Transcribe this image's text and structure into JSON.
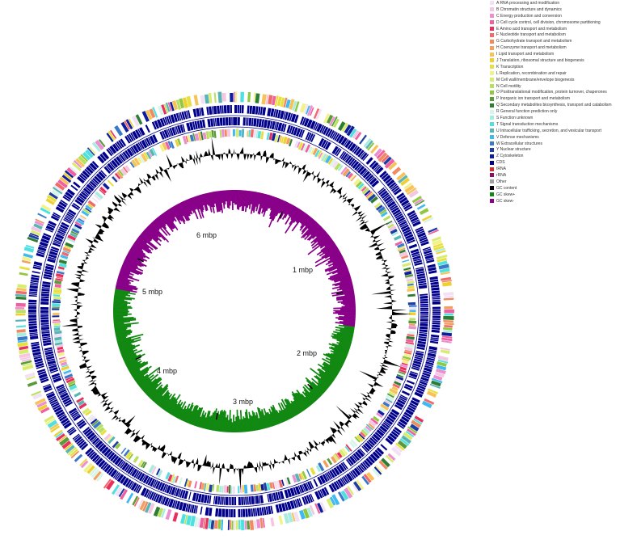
{
  "legend": [
    {
      "label": "A RNA processing and modification",
      "color": "#f2e1f4"
    },
    {
      "label": "B Chromatin structure and dynamics",
      "color": "#f4c6e2"
    },
    {
      "label": "C Energy production and conversion",
      "color": "#ea8fd0"
    },
    {
      "label": "D Cell cycle control, cell division, chromosome partitioning",
      "color": "#f05fa2"
    },
    {
      "label": "E Amino acid transport and metabolism",
      "color": "#e8305e"
    },
    {
      "label": "F Nucleotide transport and metabolism",
      "color": "#f06a6a"
    },
    {
      "label": "G Carbohydrate transport and metabolism",
      "color": "#f08a60"
    },
    {
      "label": "H Coenzyme transport and metabolism",
      "color": "#f2a060"
    },
    {
      "label": "I Lipid transport and metabolism",
      "color": "#f7c25a"
    },
    {
      "label": "J Translation, ribosomal structure and biogenesis",
      "color": "#f0d030"
    },
    {
      "label": "K Transcription",
      "color": "#e8e040"
    },
    {
      "label": "L Replication, recombination and repair",
      "color": "#f2f28a"
    },
    {
      "label": "M Cell wall/membrane/envelope biogenesis",
      "color": "#d8ec70"
    },
    {
      "label": "N Cell motility",
      "color": "#b8e060"
    },
    {
      "label": "O Posttranslational modification, protein turnover, chaperones",
      "color": "#90c840"
    },
    {
      "label": "P Inorganic ion transport and metabolism",
      "color": "#5a9a3a"
    },
    {
      "label": "Q Secondary metabolites biosynthesis, transport and catabolism",
      "color": "#2e7d32"
    },
    {
      "label": "R General function prediction only",
      "color": "#d8f5ec"
    },
    {
      "label": "S Function unknown",
      "color": "#a8ece0"
    },
    {
      "label": "T Signal transduction mechanisms",
      "color": "#50e0e0"
    },
    {
      "label": "U Intracellular trafficking, secretion, and vesicular transport",
      "color": "#5ab4b4"
    },
    {
      "label": "V Defense mechanisms",
      "color": "#40b8f0"
    },
    {
      "label": "W Extracellular structures",
      "color": "#3a78c8"
    },
    {
      "label": "Y Nuclear structure",
      "color": "#1f3fa0"
    },
    {
      "label": "Z Cytoskeleton",
      "color": "#0e1e9a"
    },
    {
      "label": "CDS",
      "color": "#00008b"
    },
    {
      "label": "tRNA",
      "color": "#d32f2f"
    },
    {
      "label": "rRNA",
      "color": "#8b1060"
    },
    {
      "label": "Other",
      "color": "#a0a0a0"
    },
    {
      "label": "GC content",
      "color": "#000000"
    },
    {
      "label": "GC skew+",
      "color": "#118811"
    },
    {
      "label": "GC skew-",
      "color": "#880088"
    }
  ],
  "axis_labels": [
    "1 mbp",
    "2 mbp",
    "3 mbp",
    "4 mbp",
    "5 mbp",
    "6 mbp"
  ]
}
